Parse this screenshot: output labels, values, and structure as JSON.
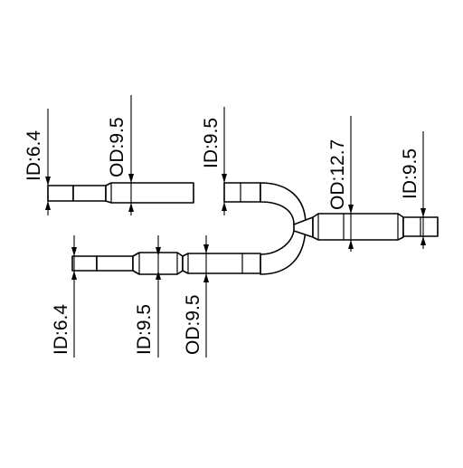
{
  "diagram": {
    "labels": {
      "top_left_id": "ID:6.4",
      "top_left_od": "OD:9.5",
      "u_top_id": "ID:9.5",
      "right_od": "OD:12.7",
      "right_id": "ID:9.5",
      "bottom_left_id": "ID:6.4",
      "bottom_mid_id": "ID:9.5",
      "bottom_right_od": "OD:9.5"
    },
    "colors": {
      "line": "#000000",
      "fill": "#ffffff"
    }
  }
}
